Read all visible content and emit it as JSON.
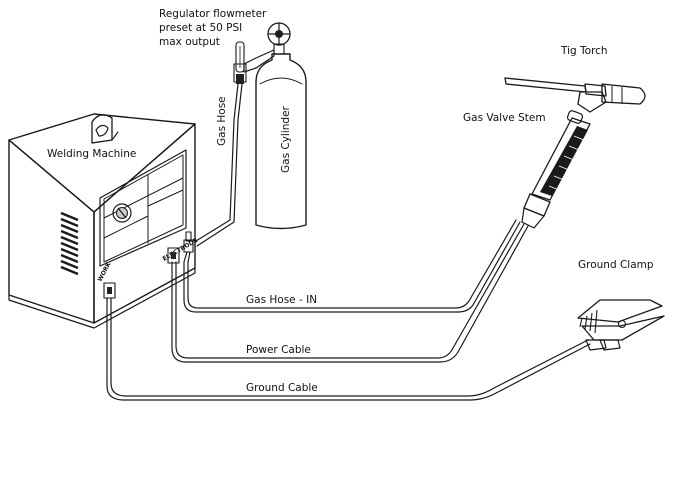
{
  "labels": {
    "regulator": [
      "Regulator flowmeter",
      "preset at 50 PSI",
      "max output"
    ],
    "gas_hose_vertical": "Gas Hose",
    "gas_cylinder": "Gas Cylinder",
    "welding_machine": "Welding Machine",
    "tig_torch": "Tig Torch",
    "gas_valve_stem": "Gas Valve Stem",
    "ground_clamp": "Ground Clamp",
    "electrode_port": "ELECTRODE",
    "work_port": "WORK",
    "gas_hose_in": "Gas Hose - IN",
    "power_cable": "Power Cable",
    "ground_cable": "Ground Cable"
  },
  "colors": {
    "line": "#1a1a1a",
    "panel_fill": "#ffffff",
    "dark_fill": "#222222"
  }
}
